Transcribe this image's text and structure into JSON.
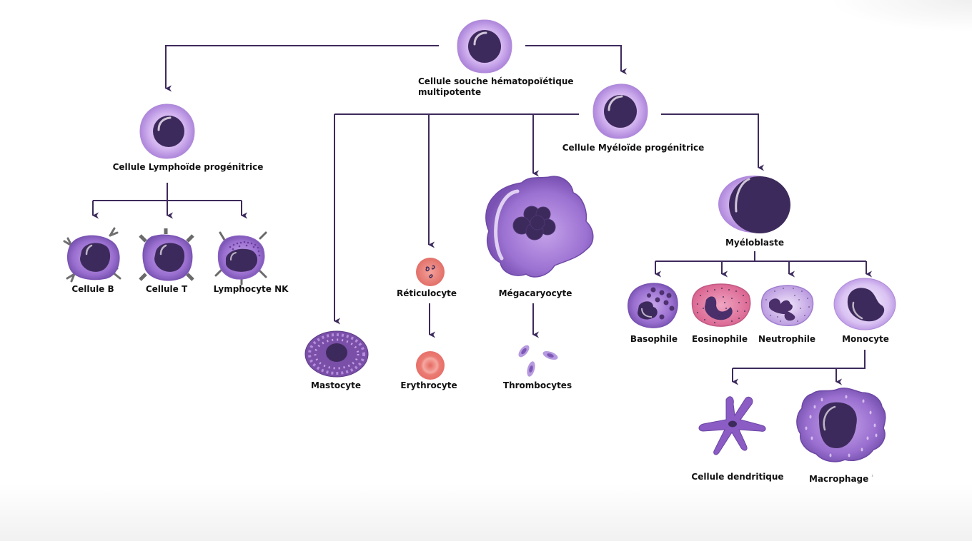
{
  "title": "Hématopoïèse",
  "colors": {
    "connector": "#3d2a5c",
    "nucleus": "#3d2a5c",
    "cytoplasm_light": "#d9bff2",
    "cytoplasm": "#a478d6",
    "cytoplasm_dark": "#7b52b5",
    "erythrocyte": "#e8736c",
    "eosinophil": "#e27ba0"
  },
  "nodes": {
    "stem_cell": {
      "label_line1": "Cellule souche hématopoïétique",
      "label_line2": "multipotente"
    },
    "lymphoid_progenitor": {
      "label": "Cellule Lymphoïde progénitrice"
    },
    "myeloid_progenitor": {
      "label": "Cellule Myéloïde progénitrice"
    },
    "b_cell": {
      "label": "Cellule B"
    },
    "t_cell": {
      "label": "Cellule T"
    },
    "nk_cell": {
      "label": "Lymphocyte NK"
    },
    "mast_cell": {
      "label": "Mastocyte"
    },
    "reticulocyte": {
      "label": "Réticulocyte"
    },
    "erythrocyte": {
      "label": "Erythrocyte"
    },
    "megakaryocyte": {
      "label": "Mégacaryocyte"
    },
    "thrombocytes": {
      "label": "Thrombocytes"
    },
    "myeloblast": {
      "label": "Myéloblaste"
    },
    "basophil": {
      "label": "Basophile"
    },
    "eosinophil": {
      "label": "Eosinophile"
    },
    "neutrophil": {
      "label": "Neutrophile"
    },
    "monocyte": {
      "label": "Monocyte"
    },
    "dendritic_cell": {
      "label": "Cellule dendritique"
    },
    "macrophage": {
      "label": "Macrophage",
      "footnote_mark": "¹"
    }
  },
  "edges": [
    [
      "stem_cell",
      "lymphoid_progenitor"
    ],
    [
      "stem_cell",
      "myeloid_progenitor"
    ],
    [
      "lymphoid_progenitor",
      "b_cell"
    ],
    [
      "lymphoid_progenitor",
      "t_cell"
    ],
    [
      "lymphoid_progenitor",
      "nk_cell"
    ],
    [
      "myeloid_progenitor",
      "mast_cell"
    ],
    [
      "myeloid_progenitor",
      "reticulocyte"
    ],
    [
      "myeloid_progenitor",
      "megakaryocyte"
    ],
    [
      "myeloid_progenitor",
      "myeloblast"
    ],
    [
      "reticulocyte",
      "erythrocyte"
    ],
    [
      "megakaryocyte",
      "thrombocytes"
    ],
    [
      "myeloblast",
      "basophil"
    ],
    [
      "myeloblast",
      "eosinophil"
    ],
    [
      "myeloblast",
      "neutrophil"
    ],
    [
      "myeloblast",
      "monocyte"
    ],
    [
      "monocyte",
      "dendritic_cell"
    ],
    [
      "monocyte",
      "macrophage"
    ]
  ]
}
